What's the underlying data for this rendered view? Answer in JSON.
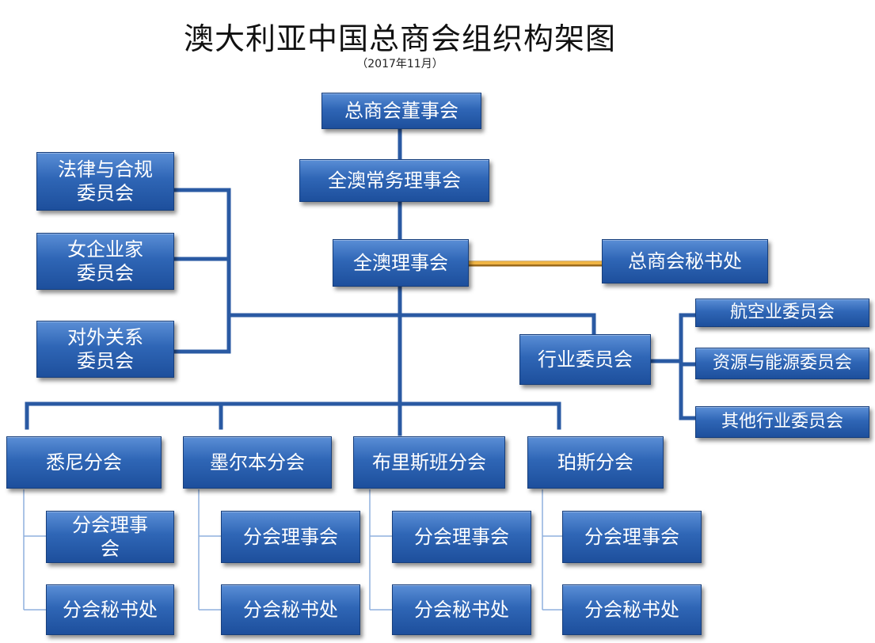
{
  "title": "澳大利亚中国总商会组织构架图",
  "subtitle": "（2017年11月）",
  "nodes": {
    "board": "总商会董事会",
    "executive": "全澳常务理事会",
    "council": "全澳理事会",
    "secretariat": "总商会秘书处",
    "legal_line1": "法律与合规",
    "legal_line2": "委员会",
    "women_line1": "女企业家",
    "women_line2": "委员会",
    "external_line1": "对外关系",
    "external_line2": "委员会",
    "industry": "行业委员会",
    "aviation": "航空业委员会",
    "resources": "资源与能源委员会",
    "other_industry": "其他行业委员会"
  },
  "branches": [
    {
      "name": "悉尼分会",
      "council_line1": "分会理事",
      "council_line2": "会",
      "secretariat": "分会秘书处"
    },
    {
      "name": "墨尔本分会",
      "council": "分会理事会",
      "secretariat": "分会秘书处"
    },
    {
      "name": "布里斯班分会",
      "council": "分会理事会",
      "secretariat": "分会秘书处"
    },
    {
      "name": "珀斯分会",
      "council": "分会理事会",
      "secretariat": "分会秘书处"
    }
  ],
  "colors": {
    "box_fill": "#2f66b6",
    "connector": "#2a5aa3",
    "secretariat_link": "#e3a233",
    "thin_line": "#8fb0dd"
  }
}
